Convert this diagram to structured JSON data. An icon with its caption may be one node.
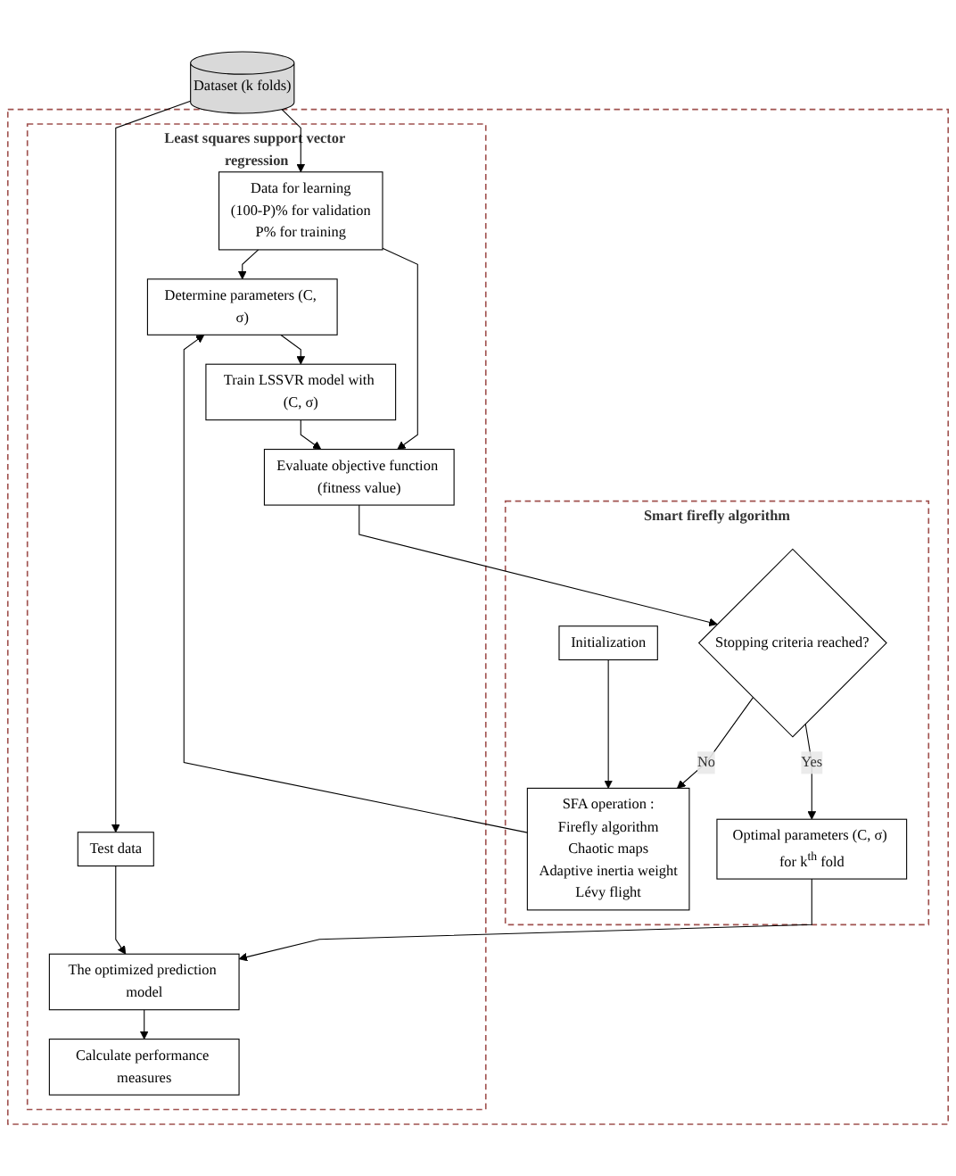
{
  "diagram": {
    "nodes": [
      {
        "text": [],
        "shape": "box"
      },
      {
        "text": [
          "Least squares support vector regression"
        ],
        "in": 0
      },
      {
        "text": [
          "Test data"
        ],
        "in": 1
      },
      {
        "text": [
          "Data for learning",
          "(100-P)% for validation",
          "P% for training"
        ],
        "in": 1
      },
      {
        "text": [
          "Determine parameters (C, σ)"
        ],
        "in": 1
      },
      {
        "text": [
          "Train LSSVR model with (C, σ)"
        ],
        "in": 1
      },
      {
        "text": [
          "Evaluate objective function (fitness value)"
        ],
        "in": 1
      },
      {
        "text": [
          "The optimized prediction model"
        ],
        "in": 1
      },
      {
        "text": [
          "Calculate performance measures"
        ],
        "in": 1
      },
      {
        "text": [
          "Dataset (k folds)"
        ]
      },
      {
        "text": [
          "Smart firefly algorithm"
        ],
        "in": 0
      },
      {
        "text": [
          "Initialization"
        ],
        "in": 10
      },
      {
        "text": [
          "SFA operation :",
          "Firefly algorithm",
          "Chaotic maps",
          "Adaptive inertia weight",
          "Lévy flight"
        ],
        "in": 10
      },
      {
        "text": [
          "Stopping criteria reached?"
        ],
        "in": 10
      },
      {
        "text": [
          "Optimal parameters (C, σ) for k$^{th}$ fold"
        ],
        "in": 10
      }
    ],
    "edges": [
      {
        "from": 9,
        "to": 2,
        "arrow": "to"
      },
      {
        "from": 9,
        "to": 3,
        "arrow": "to"
      },
      {
        "from": 3,
        "to": 4,
        "arrow": "to"
      },
      {
        "from": 12,
        "to": 4,
        "arrow": "to"
      },
      {
        "from": 4,
        "to": 5,
        "arrow": "to"
      },
      {
        "from": 5,
        "to": 6,
        "arrow": "to"
      },
      {
        "from": 3,
        "to": 6,
        "arrow": "to"
      },
      {
        "from": 2,
        "to": 7,
        "arrow": "to"
      },
      {
        "from": 6,
        "to": 13,
        "arrow": "to"
      },
      {
        "from": 11,
        "to": 12,
        "arrow": "to"
      },
      {
        "from": 13,
        "to": 12,
        "label": "No",
        "arrow": "to"
      },
      {
        "from": 13,
        "to": 14,
        "label": "Yes",
        "arrow": "to"
      },
      {
        "from": 14,
        "to": 7,
        "arrow": "to"
      },
      {
        "from": 7,
        "to": 8,
        "arrow": "to"
      }
    ]
  }
}
